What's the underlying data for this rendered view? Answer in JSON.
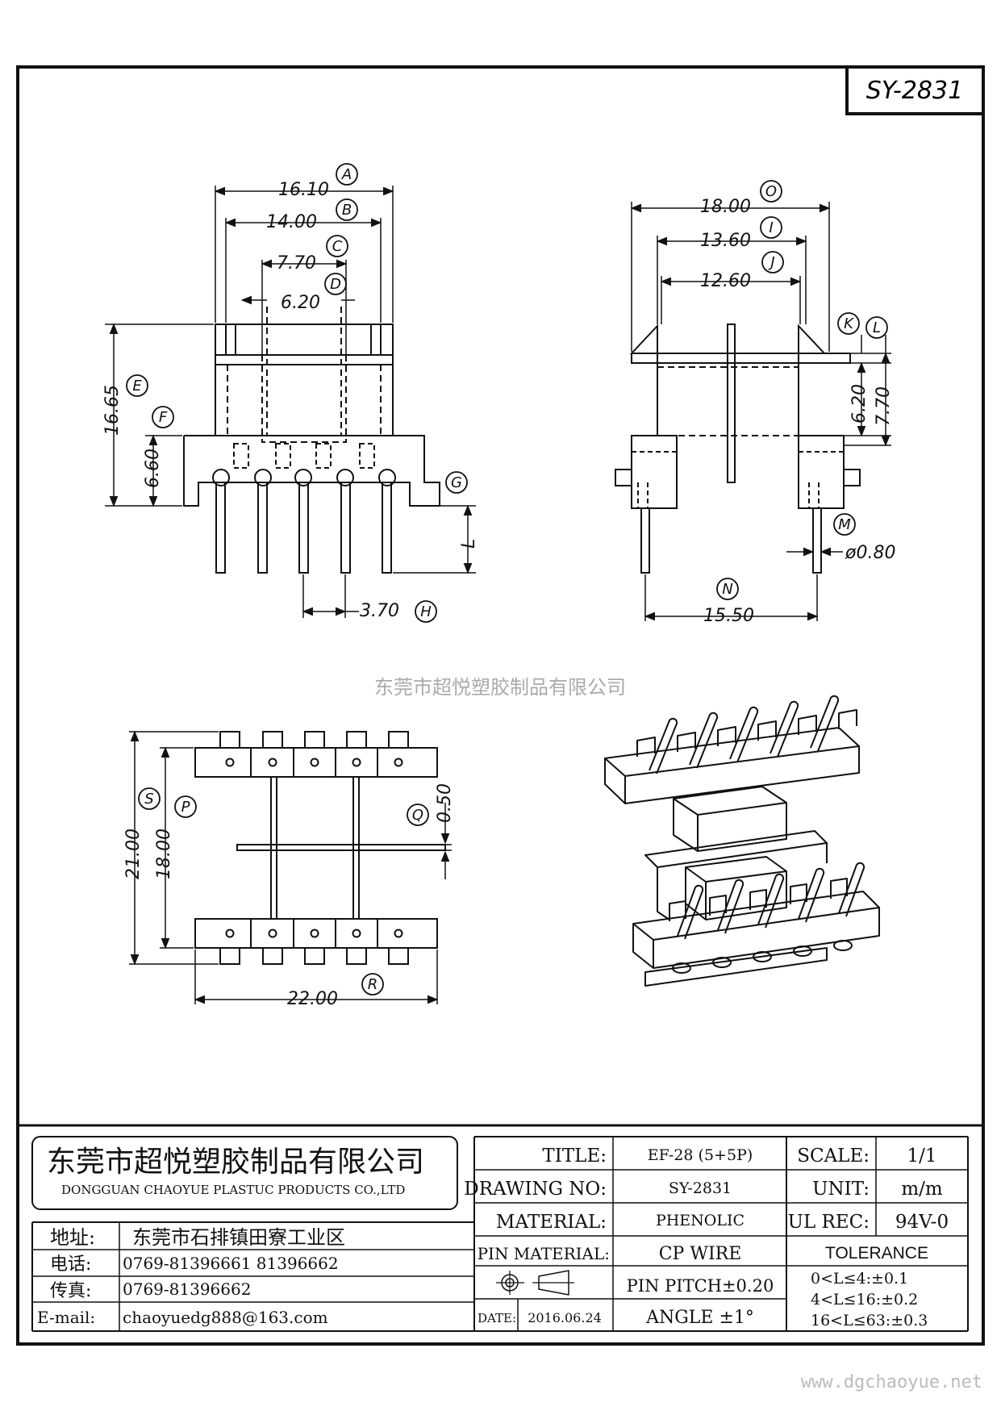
{
  "drawing_code": "SY-2831",
  "watermark_center": "东莞市超悦塑胶制品有限公司",
  "watermark_url": "www.dgchaoyue.net",
  "dimensions": {
    "A": {
      "letter": "A",
      "value": "16.10"
    },
    "B": {
      "letter": "B",
      "value": "14.00"
    },
    "C": {
      "letter": "C",
      "value": "7.70"
    },
    "D": {
      "letter": "D",
      "value": "6.20"
    },
    "E": {
      "letter": "E",
      "value": "16.65"
    },
    "F": {
      "letter": "F",
      "value": "6.60"
    },
    "G": {
      "letter": "G",
      "value": ""
    },
    "L": {
      "letter": "L",
      "value": "L"
    },
    "H": {
      "letter": "H",
      "value": "3.70"
    },
    "O": {
      "letter": "O",
      "value": "18.00"
    },
    "I": {
      "letter": "I",
      "value": "13.60"
    },
    "J": {
      "letter": "J",
      "value": "12.60"
    },
    "K": {
      "letter": "K",
      "value": ""
    },
    "L2": {
      "letter": "L",
      "value": ""
    },
    "K_val": {
      "value": "6.20"
    },
    "L_val": {
      "value": "7.70"
    },
    "M": {
      "letter": "M",
      "value": "ø0.80"
    },
    "N": {
      "letter": "N",
      "value": "15.50"
    },
    "S": {
      "letter": "S",
      "value": "21.00"
    },
    "P": {
      "letter": "P",
      "value": "18.00"
    },
    "Q": {
      "letter": "Q",
      "value": "0.50"
    },
    "R": {
      "letter": "R",
      "value": "22.00"
    }
  },
  "title_block": {
    "company_cn": "东莞市超悦塑胶制品有限公司",
    "company_en": "DONGGUAN CHAOYUE PLASTUC PRODUCTS CO.,LTD",
    "address_label": "地址:",
    "address": "东莞市石排镇田寮工业区",
    "phone_label": "电话:",
    "phone": "0769-81396661   81396662",
    "fax_label": "传真:",
    "fax": "0769-81396662",
    "email_label": "E-mail:",
    "email": "chaoyuedg888@163.com",
    "title_label": "TITLE:",
    "title_value": "EF-28 (5+5P)",
    "drawing_no_label": "DRAWING NO:",
    "drawing_no_value": "SY-2831",
    "material_label": "MATERIAL:",
    "material_value": "PHENOLIC",
    "pin_material_label": "PIN MATERIAL:",
    "pin_material_value": "CP WIRE",
    "pin_pitch": "PIN PITCH±0.20",
    "date_label": "DATE:",
    "date_value": "2016.06.24",
    "angle": "ANGLE  ±1°",
    "scale_label": "SCALE:",
    "scale_value": "1/1",
    "unit_label": "UNIT:",
    "unit_value": "m/m",
    "ul_label": "UL REC:",
    "ul_value": "94V-0",
    "tolerance_label": "TOLERANCE",
    "tol_1": "0<L≤4:±0.1",
    "tol_2": "4<L≤16:±0.2",
    "tol_3": "16<L≤63:±0.3"
  }
}
